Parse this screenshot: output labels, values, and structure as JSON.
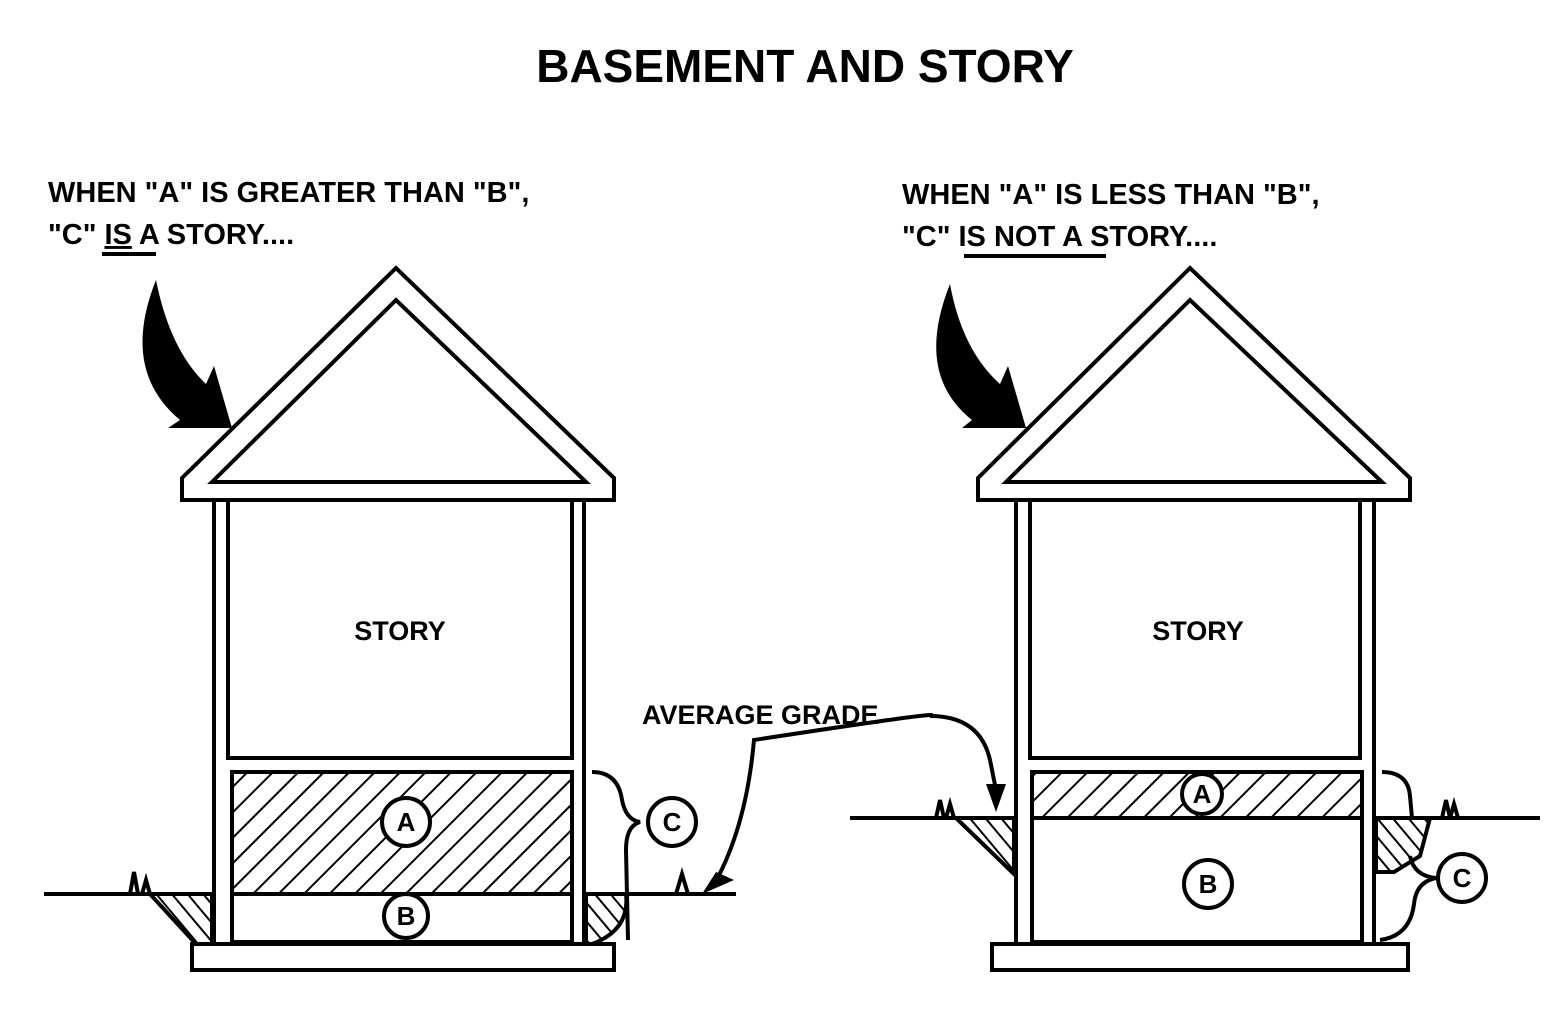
{
  "title": "BASEMENT AND STORY",
  "left": {
    "caption_line1": "WHEN \"A\" IS GREATER THAN \"B\",",
    "caption_line2_pre": "\"C\" ",
    "caption_line2_emph": "IS",
    "caption_line2_post": " A STORY....",
    "story_label": "STORY",
    "label_a": "A",
    "label_b": "B",
    "label_c": "C"
  },
  "right": {
    "caption_line1": "WHEN \"A\" IS LESS THAN \"B\",",
    "caption_line2_pre": "\"C\" ",
    "caption_line2_emph": "IS NOT",
    "caption_line2_post": " A STORY....",
    "story_label": "STORY",
    "label_a": "A",
    "label_b": "B",
    "label_c": "C"
  },
  "average_grade_label": "AVERAGE GRADE"
}
